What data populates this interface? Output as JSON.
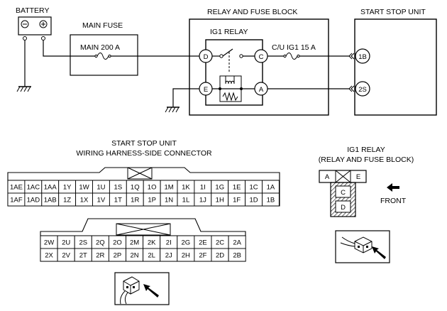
{
  "labels": {
    "battery": "BATTERY",
    "main_fuse": "MAIN FUSE",
    "main_fuse_rating": "MAIN 200 A",
    "relay_fuse_block": "RELAY AND FUSE BLOCK",
    "start_stop_unit": "START STOP UNIT",
    "ig1_relay": "IG1 RELAY",
    "cu_ig1_fuse": "C/U IG1 15 A",
    "harness_title_1": "START STOP UNIT",
    "harness_title_2": "WIRING HARNESS-SIDE CONNECTOR",
    "relay_title_1": "IG1 RELAY",
    "relay_title_2": "(RELAY AND FUSE BLOCK)",
    "front": "FRONT",
    "battery_neg": "⊖",
    "battery_pos": "⊕"
  },
  "relay_terminals": [
    "D",
    "C",
    "E",
    "A"
  ],
  "unit_terminals": [
    "1B",
    "2S"
  ],
  "connector1": {
    "row1": [
      "1AE",
      "1AC",
      "1AA",
      "1Y",
      "1W",
      "1U",
      "1S",
      "1Q",
      "1O",
      "1M",
      "1K",
      "1I",
      "1G",
      "1E",
      "1C",
      "1A"
    ],
    "row2": [
      "1AF",
      "1AD",
      "1AB",
      "1Z",
      "1X",
      "1V",
      "1T",
      "1R",
      "1P",
      "1N",
      "1L",
      "1J",
      "1H",
      "1F",
      "1D",
      "1B"
    ]
  },
  "connector2": {
    "row1": [
      "2W",
      "2U",
      "2S",
      "2Q",
      "2O",
      "2M",
      "2K",
      "2I",
      "2G",
      "2E",
      "2C",
      "2A"
    ],
    "row2": [
      "2X",
      "2V",
      "2T",
      "2R",
      "2P",
      "2N",
      "2L",
      "2J",
      "2H",
      "2F",
      "2D",
      "2B"
    ]
  },
  "relay_connector": {
    "top": [
      "A",
      "E"
    ],
    "middle": [
      "C",
      "D"
    ]
  }
}
